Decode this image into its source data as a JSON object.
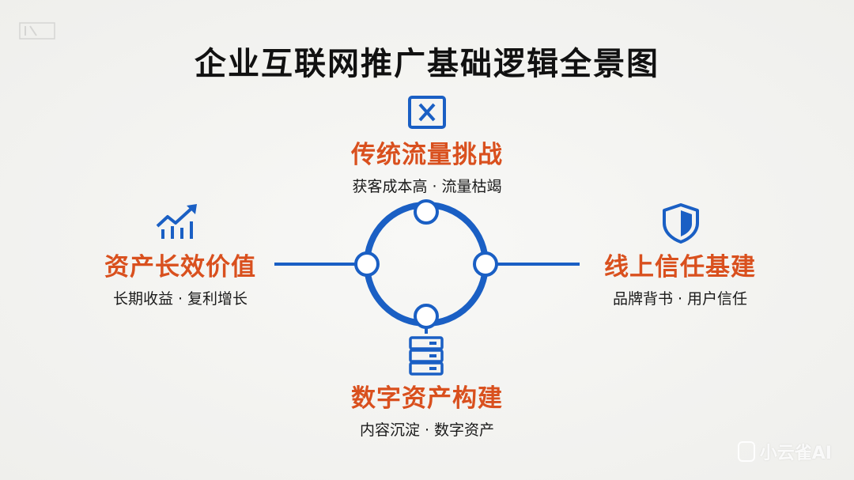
{
  "title": "企业互联网推广基础逻辑全景图",
  "nodes": {
    "top": {
      "title": "传统流量挑战",
      "subtitle": "获客成本高 · 流量枯竭",
      "icon": "x-box-icon"
    },
    "left": {
      "title": "资产长效价值",
      "subtitle": "长期收益 · 复利增长",
      "icon": "growth-chart-icon"
    },
    "right": {
      "title": "线上信任基建",
      "subtitle": "品牌背书 · 用户信任",
      "icon": "shield-icon"
    },
    "bottom": {
      "title": "数字资产构建",
      "subtitle": "内容沉淀 · 数字资产",
      "icon": "server-icon"
    }
  },
  "colors": {
    "accent_blue": "#1a5fc4",
    "accent_orange": "#d9501e",
    "title": "#111111"
  },
  "watermark": "小云雀AI"
}
